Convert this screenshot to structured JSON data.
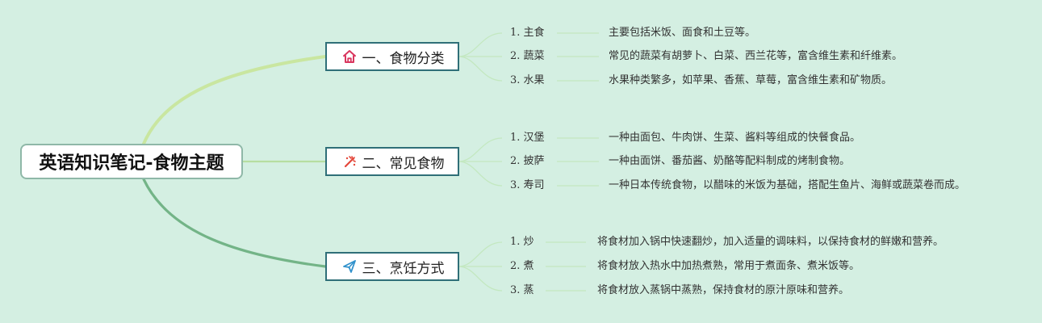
{
  "diagram": {
    "title": "英语知识笔记-食物主题",
    "branches": [
      {
        "label": "一、食物分类",
        "icon": "home-icon",
        "items": [
          {
            "label": "1. 主食",
            "description": "主要包括米饭、面食和土豆等。"
          },
          {
            "label": "2. 蔬菜",
            "description": "常见的蔬菜有胡萝卜、白菜、西兰花等，富含维生素和纤维素。"
          },
          {
            "label": "3. 水果",
            "description": "水果种类繁多，如苹果、香蕉、草莓，富含维生素和矿物质。"
          }
        ]
      },
      {
        "label": "二、常见食物",
        "icon": "magic-wand-icon",
        "items": [
          {
            "label": "1. 汉堡",
            "description": "一种由面包、牛肉饼、生菜、酱料等组成的快餐食品。"
          },
          {
            "label": "2. 披萨",
            "description": "一种由面饼、番茄酱、奶酪等配料制成的烤制食物。"
          },
          {
            "label": "3. 寿司",
            "description": "一种日本传统食物，以醋味的米饭为基础，搭配生鱼片、海鲜或蔬菜卷而成。"
          }
        ]
      },
      {
        "label": "三、烹饪方式",
        "icon": "paper-plane-icon",
        "items": [
          {
            "label": "1. 炒",
            "description": "将食材加入锅中快速翻炒，加入适量的调味料，以保持食材的鲜嫩和营养。"
          },
          {
            "label": "2. 煮",
            "description": "将食材放入热水中加热煮熟，常用于煮面条、煮米饭等。"
          },
          {
            "label": "3. 蒸",
            "description": "将食材放入蒸锅中蒸熟，保持食材的原汁原味和营养。"
          }
        ]
      }
    ],
    "colors": {
      "background": "#d4efe2",
      "branch_border": "#2f6f78",
      "root_border": "#8fb8a8",
      "connector_top": "#c9e6a0",
      "connector_middle": "#b7dea1",
      "connector_bottom": "#73b487",
      "sub_connector": "#c3e8c0",
      "home_icon": "#d9365e",
      "wand_icon": "#e4473a",
      "plane_icon": "#3292cc"
    }
  }
}
